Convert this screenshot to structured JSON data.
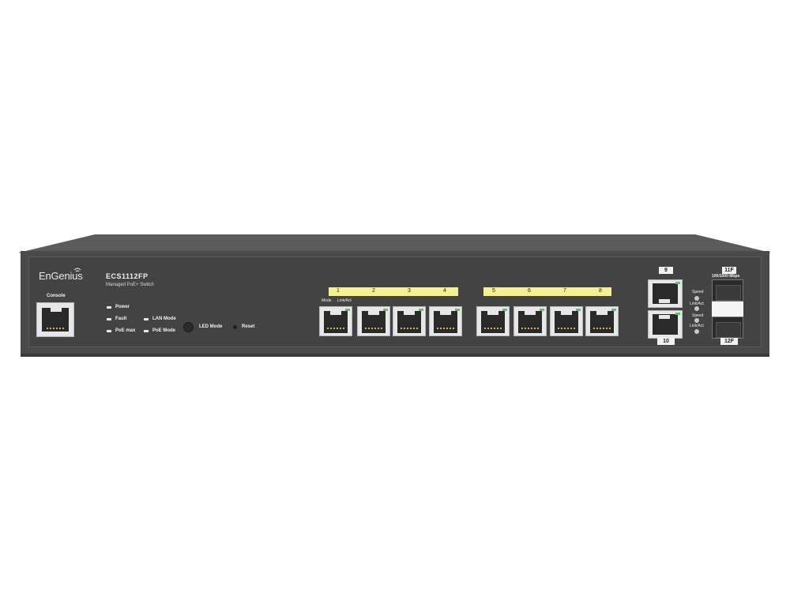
{
  "brand": "EnGenius",
  "model": "ECS1112FP",
  "subtitle": "Managed PoE+ Switch",
  "console_label": "Console",
  "leds": {
    "power": "Power",
    "fault": "Fault",
    "poe_max": "PoE max",
    "lan_mode": "LAN Mode",
    "poe_mode": "PoE Mode"
  },
  "buttons": {
    "led_mode": "LED Mode",
    "reset": "Reset"
  },
  "port_header": {
    "mode": "Mode",
    "link_act": "Link/Act"
  },
  "ports": [
    "1",
    "2",
    "3",
    "4",
    "5",
    "6",
    "7",
    "8"
  ],
  "uplink": {
    "port9": "9",
    "port10": "10",
    "sfp11": "11F",
    "sfp12": "12F",
    "sfp_speed": "100/1000 Mbps",
    "speed_label": "Speed",
    "link_label": "Link/Act"
  },
  "colors": {
    "chassis": "#4a4a4b",
    "poe_strip": "#f4f09a",
    "link_led": "#5fc06a"
  }
}
